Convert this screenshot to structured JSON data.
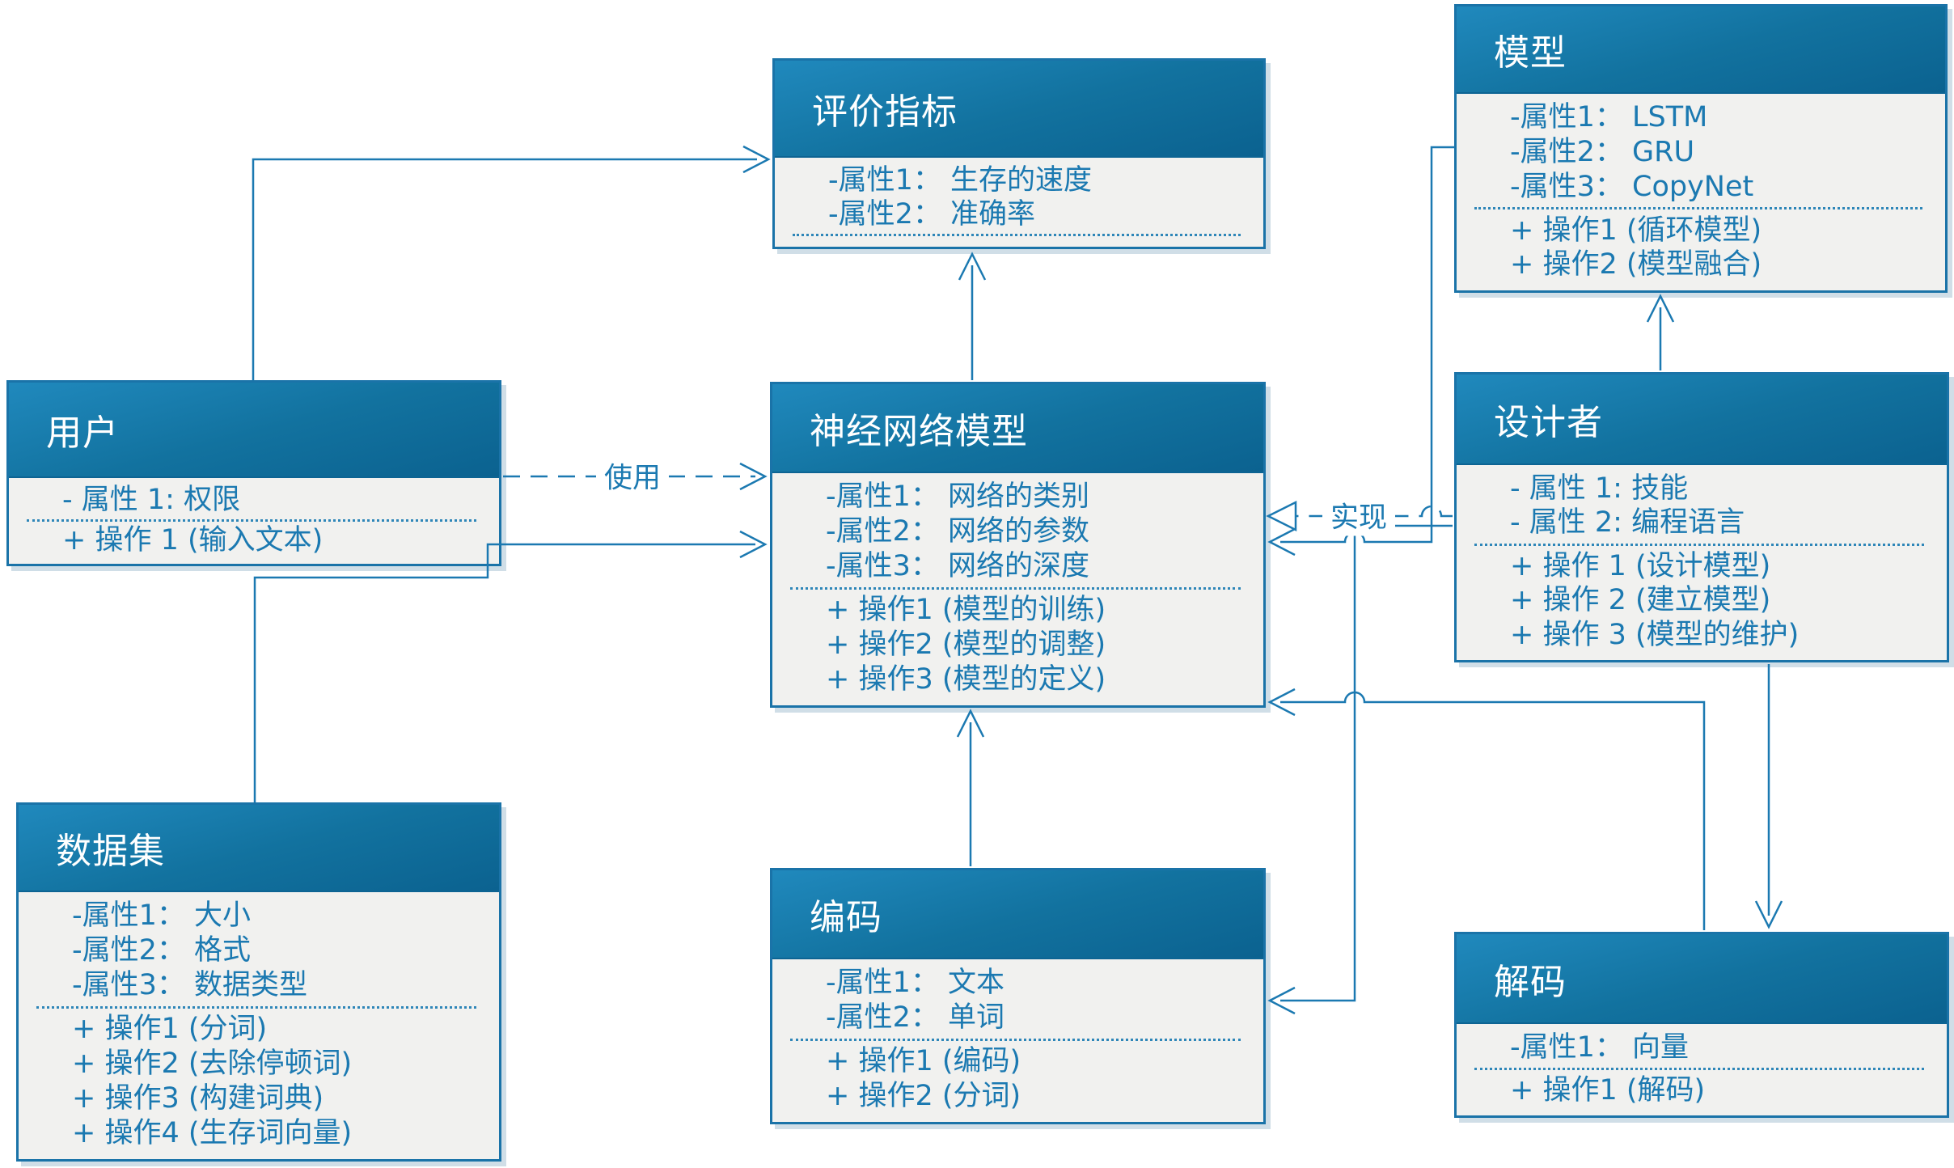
{
  "labels": {
    "use": "使用",
    "realize": "实现"
  },
  "classes": {
    "metrics": {
      "title": "评价指标",
      "attributes": [
        "-属性1： 生存的速度",
        "-属性2： 准确率"
      ],
      "operations": []
    },
    "model": {
      "title": "模型",
      "attributes": [
        "-属性1： LSTM",
        "-属性2： GRU",
        "-属性3： CopyNet"
      ],
      "operations": [
        "+ 操作1 (循环模型)",
        "+ 操作2 (模型融合)"
      ]
    },
    "user": {
      "title": "用户",
      "attributes": [
        "- 属性 1: 权限"
      ],
      "operations": [
        "+ 操作 1 (输入文本)"
      ]
    },
    "nnm": {
      "title": "神经网络模型",
      "attributes": [
        "-属性1： 网络的类别",
        "-属性2： 网络的参数",
        "-属性3： 网络的深度"
      ],
      "operations": [
        "+ 操作1 (模型的训练)",
        "+ 操作2 (模型的调整)",
        "+ 操作3 (模型的定义)"
      ]
    },
    "designer": {
      "title": "设计者",
      "attributes": [
        "- 属性 1: 技能",
        "- 属性 2: 编程语言"
      ],
      "operations": [
        "+ 操作 1 (设计模型)",
        "+ 操作 2 (建立模型)",
        "+ 操作 3 (模型的维护)"
      ]
    },
    "dataset": {
      "title": "数据集",
      "attributes": [
        "-属性1： 大小",
        "-属性2： 格式",
        "-属性3： 数据类型"
      ],
      "operations": [
        "+ 操作1 (分词)",
        "+ 操作2 (去除停顿词)",
        "+ 操作3 (构建词典)",
        "+ 操作4 (生存词向量)"
      ]
    },
    "encode": {
      "title": "编码",
      "attributes": [
        "-属性1： 文本",
        "-属性2： 单词"
      ],
      "operations": [
        "+ 操作1 (编码)",
        "+ 操作2 (分词)"
      ]
    },
    "decode": {
      "title": "解码",
      "attributes": [
        "-属性1： 向量"
      ],
      "operations": [
        "+ 操作1 (解码)"
      ]
    }
  },
  "relations": [
    {
      "from": "用户",
      "to": "评价指标",
      "type": "association-arrow",
      "label": ""
    },
    {
      "from": "用户",
      "to": "神经网络模型",
      "type": "dashed-dependency",
      "label": "使用"
    },
    {
      "from": "数据集",
      "to": "神经网络模型",
      "type": "association-arrow",
      "label": ""
    },
    {
      "from": "神经网络模型",
      "to": "评价指标",
      "type": "association-arrow",
      "label": ""
    },
    {
      "from": "编码",
      "to": "神经网络模型",
      "type": "association-arrow",
      "label": ""
    },
    {
      "from": "模型",
      "to": "神经网络模型",
      "type": "association-arrow",
      "label": ""
    },
    {
      "from": "设计者",
      "to": "模型",
      "type": "association-arrow",
      "label": ""
    },
    {
      "from": "设计者",
      "to": "神经网络模型",
      "type": "dashed-realization",
      "label": "实现"
    },
    {
      "from": "设计者",
      "to": "编码",
      "type": "association-arrow",
      "label": ""
    },
    {
      "from": "设计者",
      "to": "解码",
      "type": "association-arrow",
      "label": ""
    },
    {
      "from": "解码",
      "to": "神经网络模型",
      "type": "association-arrow",
      "label": ""
    }
  ],
  "colors": {
    "header_gradient_top": "#2089bd",
    "header_gradient_bottom": "#0b6290",
    "box_border": "#1a73a8",
    "box_body": "#f1f1ef",
    "line_and_text": "#1b79b1",
    "title_text": "#ffffff"
  }
}
